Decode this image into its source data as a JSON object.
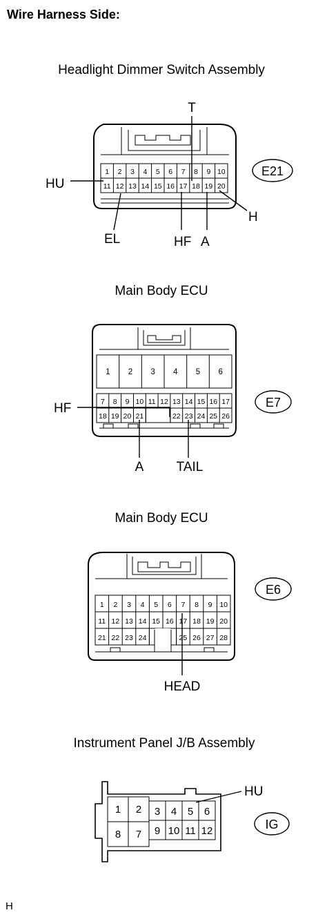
{
  "header": "Wire Harness Side:",
  "footer": "H",
  "connectors": [
    {
      "id": "e21",
      "title": "Headlight Dimmer Switch Assembly",
      "code": "E21",
      "pin_rows": [
        [
          "1",
          "2",
          "3",
          "4",
          "5",
          "6",
          "7",
          "8",
          "9",
          "10"
        ],
        [
          "11",
          "12",
          "13",
          "14",
          "15",
          "16",
          "17",
          "18",
          "19",
          "20"
        ]
      ],
      "labels": [
        "T",
        "HU",
        "H",
        "EL",
        "HF",
        "A"
      ]
    },
    {
      "id": "e7",
      "title": "Main Body ECU",
      "code": "E7",
      "large_pins": [
        "1",
        "2",
        "3",
        "4",
        "5",
        "6"
      ],
      "pin_rows": [
        [
          "7",
          "8",
          "9",
          "10",
          "11",
          "12",
          "13",
          "14",
          "15",
          "16",
          "17"
        ],
        [
          "18",
          "19",
          "20",
          "21",
          "22",
          "23",
          "24",
          "25",
          "26"
        ]
      ],
      "labels": [
        "HF",
        "A",
        "TAIL"
      ]
    },
    {
      "id": "e6",
      "title": "Main Body ECU",
      "code": "E6",
      "pin_rows": [
        [
          "1",
          "2",
          "3",
          "4",
          "5",
          "6",
          "7",
          "8",
          "9",
          "10"
        ],
        [
          "11",
          "12",
          "13",
          "14",
          "15",
          "16",
          "17",
          "18",
          "19",
          "20"
        ],
        [
          "21",
          "22",
          "23",
          "24",
          "25",
          "26",
          "27",
          "28"
        ]
      ],
      "labels": [
        "HEAD"
      ]
    },
    {
      "id": "ig",
      "title": "Instrument Panel J/B Assembly",
      "code": "IG",
      "pin_rows": [
        [
          "1",
          "2",
          "3",
          "4",
          "5",
          "6"
        ],
        [
          "8",
          "7",
          "9",
          "10",
          "11",
          "12"
        ]
      ],
      "labels": [
        "HU"
      ]
    }
  ]
}
